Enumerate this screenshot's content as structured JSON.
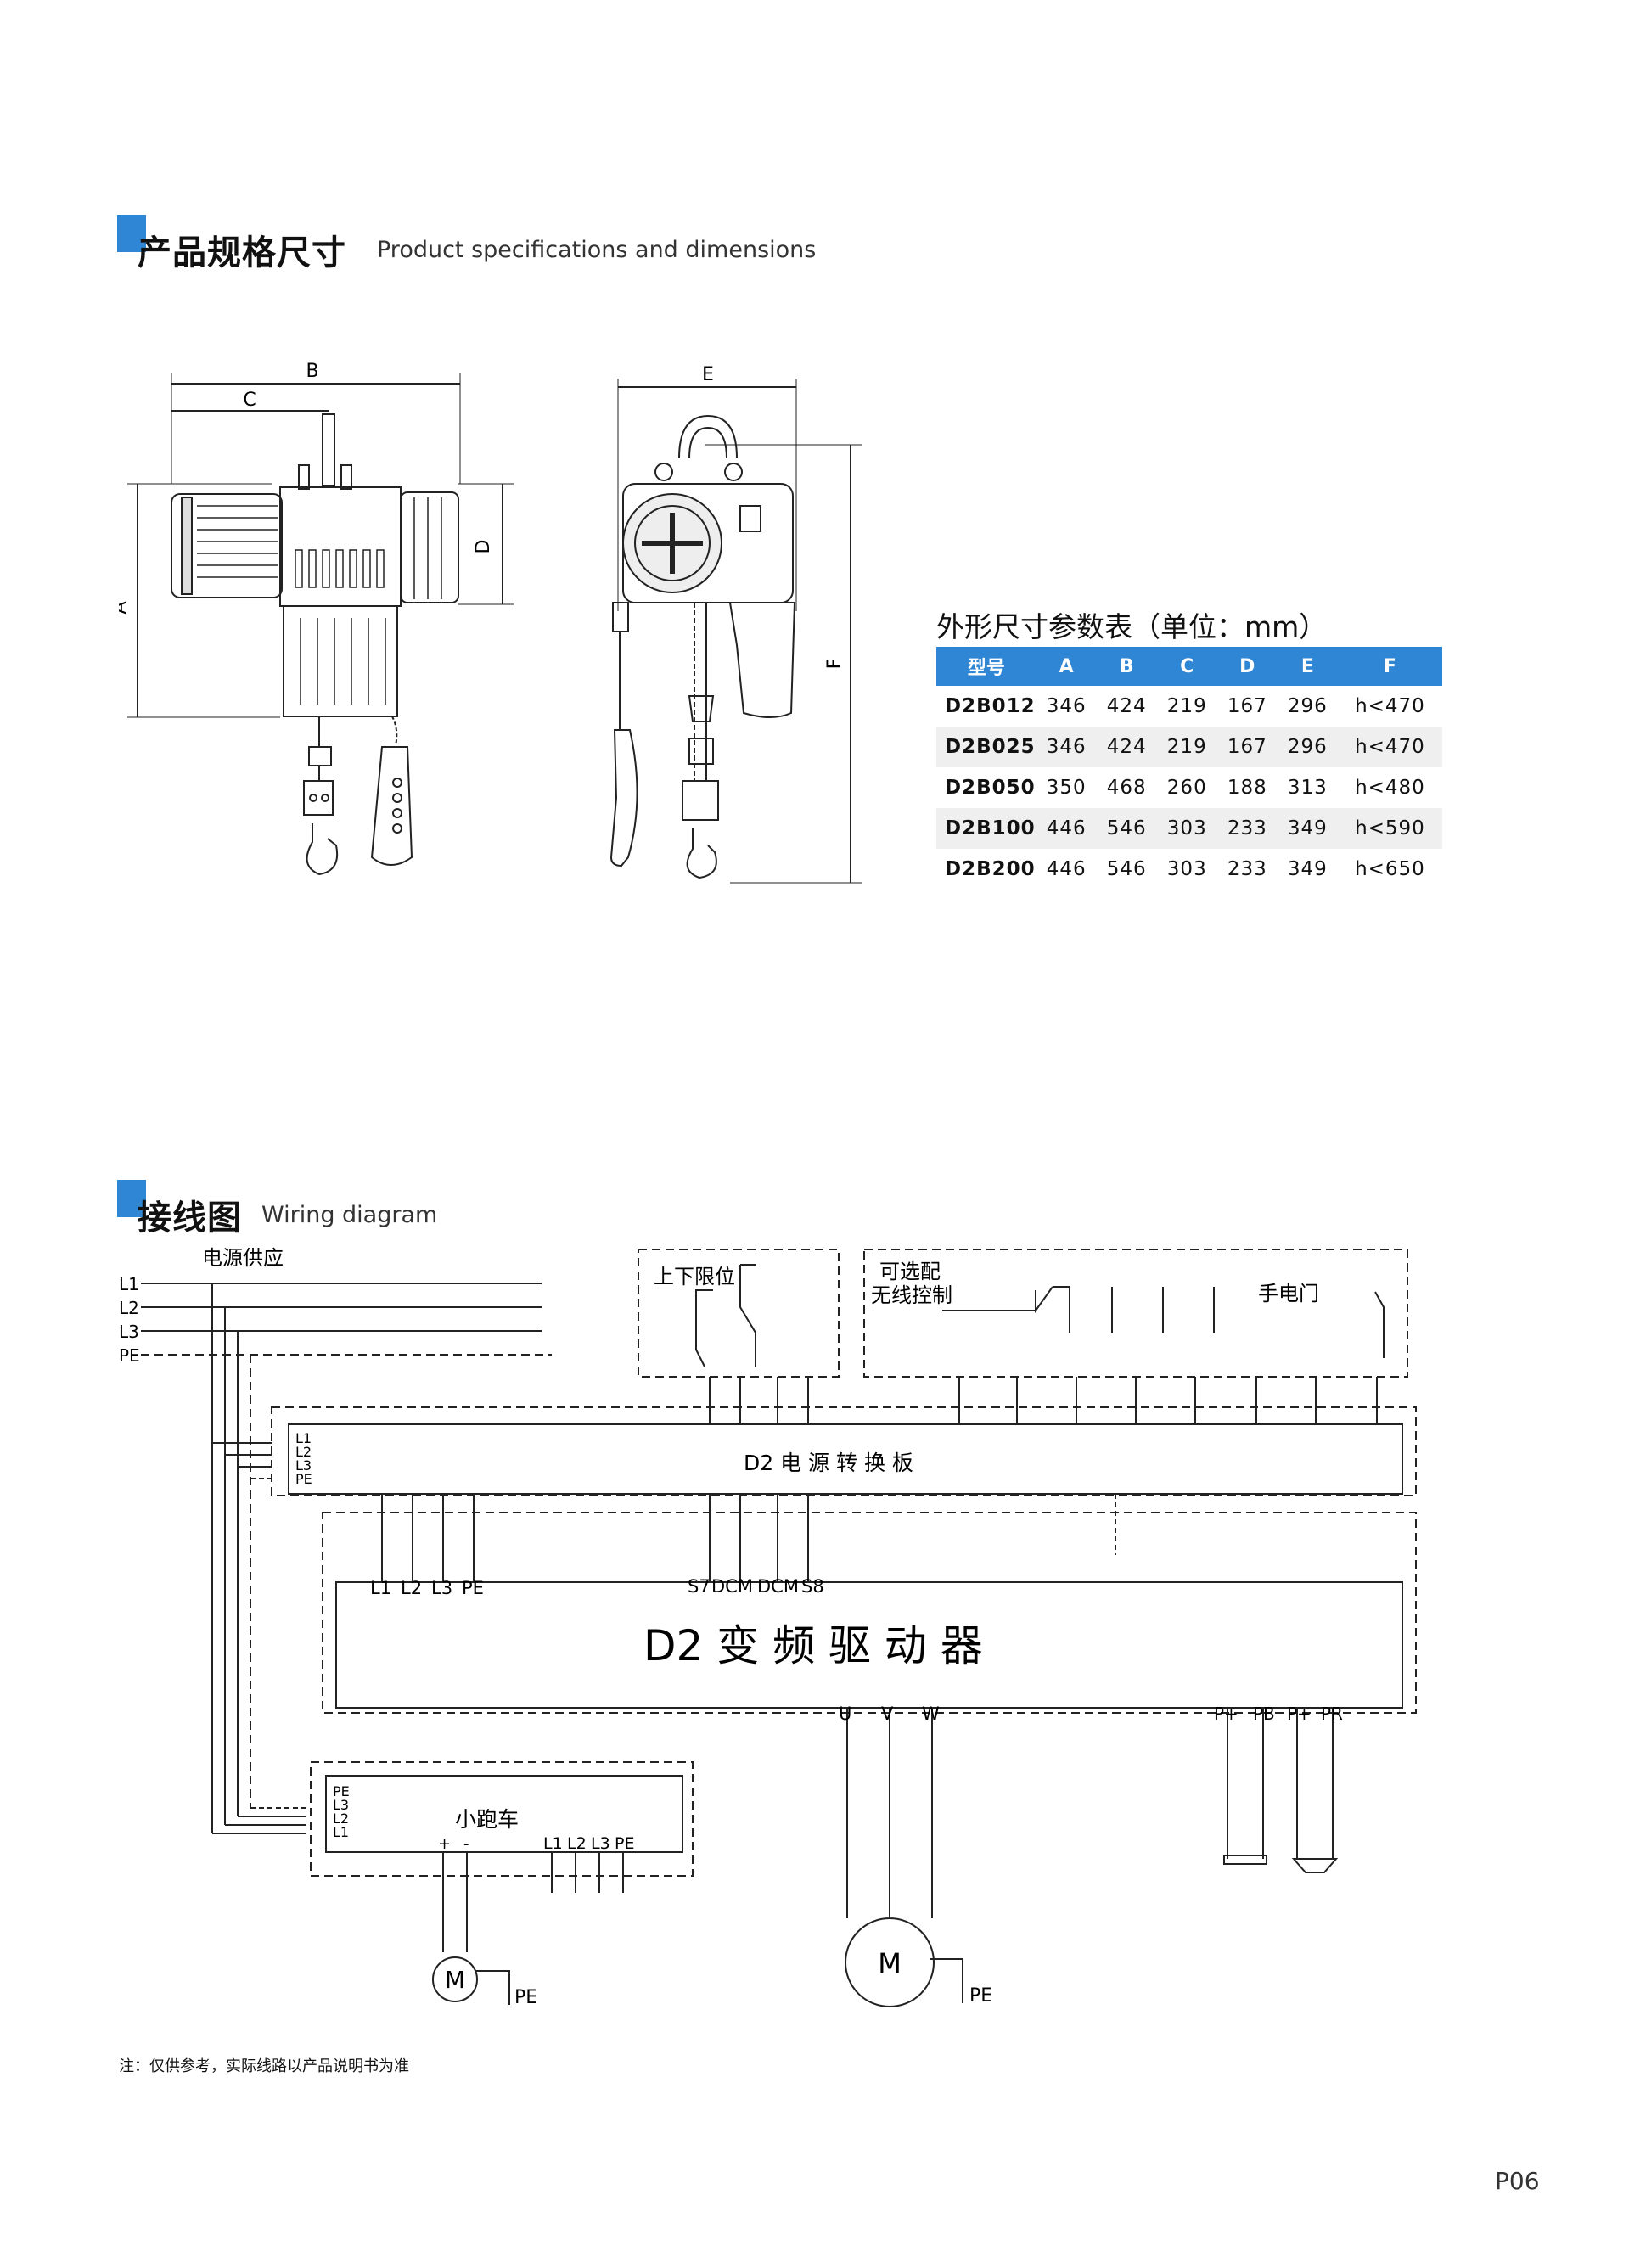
{
  "section1": {
    "title_zh": "产品规格尺寸",
    "title_en": "Product specifications and dimensions"
  },
  "dims": {
    "A": "A",
    "B": "B",
    "C": "C",
    "D": "D",
    "E": "E",
    "F": "F"
  },
  "spec_table": {
    "title": "外形尺寸参数表（单位：mm）",
    "headers": [
      "型号",
      "A",
      "B",
      "C",
      "D",
      "E",
      "F"
    ],
    "rows": [
      [
        "D2B012",
        "346",
        "424",
        "219",
        "167",
        "296",
        "h<470"
      ],
      [
        "D2B025",
        "346",
        "424",
        "219",
        "167",
        "296",
        "h<470"
      ],
      [
        "D2B050",
        "350",
        "468",
        "260",
        "188",
        "313",
        "h<480"
      ],
      [
        "D2B100",
        "446",
        "546",
        "303",
        "233",
        "349",
        "h<590"
      ],
      [
        "D2B200",
        "446",
        "546",
        "303",
        "233",
        "349",
        "h<650"
      ]
    ]
  },
  "section2": {
    "title_zh": "接线图",
    "title_en": "Wiring diagram"
  },
  "wiring": {
    "power_supply": "电源供应",
    "lines": [
      "L1",
      "L2",
      "L3",
      "PE"
    ],
    "limit": "上下限位",
    "wireless_1": "可选配",
    "wireless_2": "无线控制",
    "pendant": "手电门",
    "power_board": "D2 电 源 转 换 板",
    "board_terms": [
      "L1",
      "L2",
      "L3",
      "PE"
    ],
    "drive": "D2 变 频 驱 动 器",
    "drive_in": [
      "L1",
      "L2",
      "L3",
      "PE"
    ],
    "drive_sig": [
      "S7",
      "DCM",
      "DCM",
      "S8"
    ],
    "drive_out": [
      "U",
      "V",
      "W"
    ],
    "brake_terms": [
      "P+",
      "PB",
      "P+",
      "PR"
    ],
    "trolley": "小跑车",
    "trolley_terms": [
      "PE",
      "L3",
      "L2",
      "L1"
    ],
    "trolley_pm": [
      "+",
      "-"
    ],
    "trolley_out": [
      "L1",
      "L2",
      "L3",
      "PE"
    ],
    "motor": "M",
    "pe": "PE"
  },
  "note": "注：仅供参考，实际线路以产品说明书为准",
  "page": "P06",
  "colors": {
    "accent": "#2f86d4",
    "row_alt": "#efefef"
  }
}
